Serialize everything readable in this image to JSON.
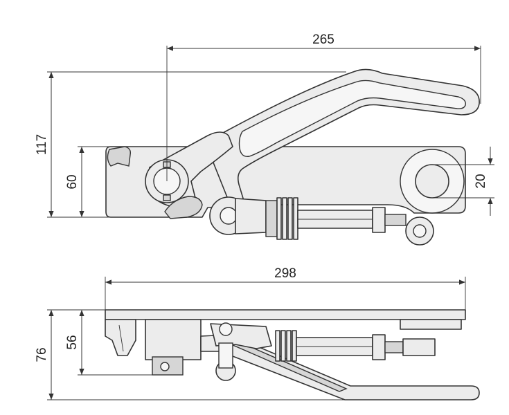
{
  "drawing": {
    "top_view": {
      "width_label": "265",
      "height_label": "117",
      "inner_height_label": "60",
      "hole_label": "20"
    },
    "side_view": {
      "width_label": "298",
      "height_label": "76",
      "inner_height_label": "56"
    }
  },
  "colors": {
    "line": "#333333",
    "fill": "#ececec"
  }
}
